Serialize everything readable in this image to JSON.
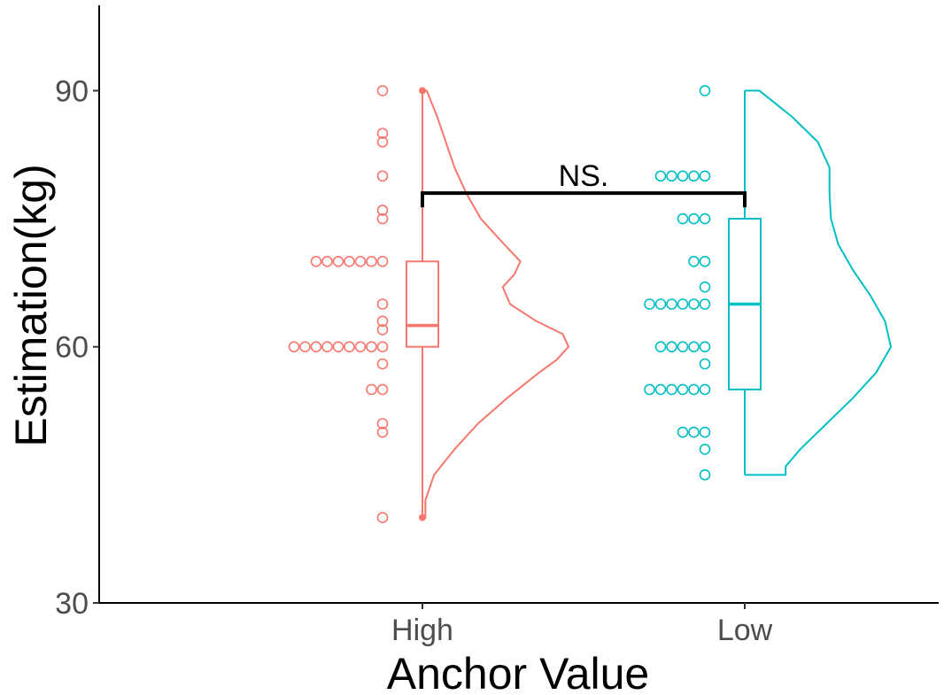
{
  "chart_data": {
    "type": "raincloud",
    "xlabel": "Anchor Value",
    "ylabel": "Estimation(kg)",
    "ylim": [
      30,
      100
    ],
    "yticks": [
      30,
      60,
      90
    ],
    "categories": [
      "High",
      "Low"
    ],
    "grid": false,
    "legend": "none",
    "series": [
      {
        "category": "High",
        "color": "#F8766D",
        "points": [
          90,
          85,
          84,
          80,
          76,
          75,
          70,
          70,
          70,
          70,
          70,
          70,
          70,
          65,
          63,
          62,
          60,
          60,
          60,
          60,
          60,
          60,
          60,
          60,
          60,
          58,
          55,
          55,
          51,
          50,
          40
        ],
        "box": {
          "min": 40,
          "q1": 60,
          "median": 62.5,
          "q3": 70,
          "max": 90
        },
        "outliers": [
          90,
          40
        ],
        "density": [
          [
            40,
            0.02
          ],
          [
            41,
            0.02
          ],
          [
            42,
            0.02
          ],
          [
            45,
            0.08
          ],
          [
            48,
            0.22
          ],
          [
            51,
            0.38
          ],
          [
            54,
            0.58
          ],
          [
            57,
            0.8
          ],
          [
            58.5,
            0.92
          ],
          [
            60,
            1.0
          ],
          [
            61.5,
            0.96
          ],
          [
            63,
            0.78
          ],
          [
            65,
            0.6
          ],
          [
            67,
            0.55
          ],
          [
            68.5,
            0.63
          ],
          [
            70,
            0.67
          ],
          [
            72,
            0.56
          ],
          [
            75,
            0.4
          ],
          [
            78,
            0.3
          ],
          [
            81,
            0.22
          ],
          [
            84,
            0.16
          ],
          [
            87,
            0.1
          ],
          [
            90,
            0.03
          ]
        ]
      },
      {
        "category": "Low",
        "color": "#00BFC4",
        "points": [
          90,
          80,
          80,
          80,
          80,
          80,
          75,
          75,
          75,
          70,
          70,
          67,
          65,
          65,
          65,
          65,
          65,
          65,
          60,
          60,
          60,
          60,
          60,
          58,
          55,
          55,
          55,
          55,
          55,
          55,
          50,
          50,
          50,
          48,
          45
        ],
        "box": {
          "min": 45,
          "q1": 55,
          "median": 65,
          "q3": 75,
          "max": 90
        },
        "outliers": [],
        "density": [
          [
            45,
            0.28
          ],
          [
            46,
            0.28
          ],
          [
            48,
            0.38
          ],
          [
            51,
            0.56
          ],
          [
            54,
            0.74
          ],
          [
            57,
            0.9
          ],
          [
            60,
            1.0
          ],
          [
            63,
            0.96
          ],
          [
            66,
            0.86
          ],
          [
            69,
            0.74
          ],
          [
            72,
            0.64
          ],
          [
            75,
            0.59
          ],
          [
            78,
            0.58
          ],
          [
            81,
            0.58
          ],
          [
            84,
            0.5
          ],
          [
            87,
            0.32
          ],
          [
            90,
            0.1
          ]
        ]
      }
    ],
    "annotations": [
      {
        "text": "NS.",
        "from": "High",
        "to": "Low",
        "y": 78
      }
    ]
  }
}
